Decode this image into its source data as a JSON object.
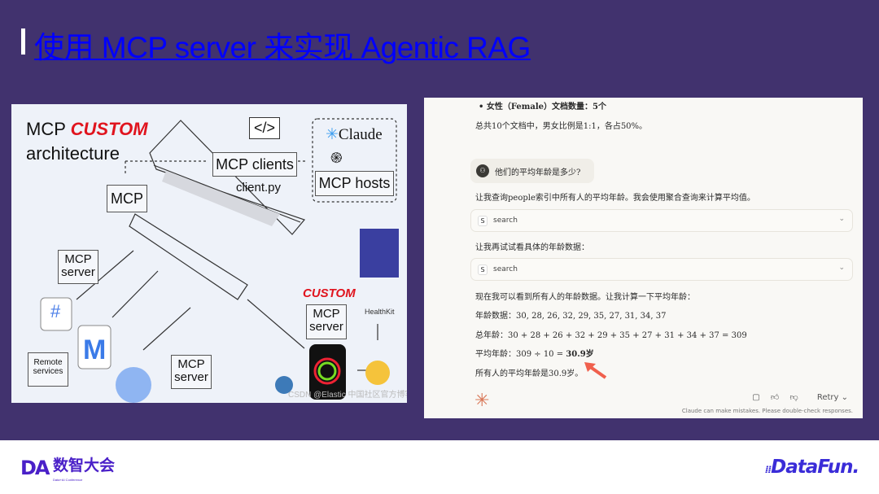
{
  "slide": {
    "title": "使用 MCP server 来实现 Agentic RAG",
    "background": "#41326e",
    "title_color": "#0000ff"
  },
  "diagram": {
    "heading_prefix": "MCP",
    "heading_custom": "CUSTOM",
    "heading_line2": "architecture",
    "mcp_clients": "MCP clients",
    "client_file": "client.py",
    "claude": "Claude",
    "mcp_hosts": "MCP hosts",
    "mcp": "MCP",
    "mcp_server_1": "MCP server",
    "mcp_server_2": "MCP server",
    "custom_label": "CUSTOM",
    "mcp_server_custom": "MCP server",
    "remote_services": "Remote services",
    "healthkit": "HealthKit",
    "watermark": "CSDN @Elastic 中国社区官方博客"
  },
  "chat": {
    "bullet_female": "女性（Female）文档数量：5个",
    "summary": "总共10个文档中，男女比例是1:1，各占50%。",
    "user_message": "他们的平均年龄是多少?",
    "reply_1": "让我查询people索引中所有人的平均年龄。我会使用聚合查询来计算平均值。",
    "tool_1": {
      "badge": "S",
      "name": "search"
    },
    "reply_2": "让我再试试看具体的年龄数据：",
    "tool_2": {
      "badge": "S",
      "name": "search"
    },
    "reply_3": "现在我可以看到所有人的年龄数据。让我计算一下平均年龄：",
    "ages": "年龄数据：30, 28, 26, 32, 29, 35, 27, 31, 34, 37",
    "total": "总年龄：30 + 28 + 26 + 32 + 29 + 35 + 27 + 31 + 34 + 37 = 309",
    "avg_prefix": "平均年龄：309 ÷ 10 = ",
    "avg_result": "30.9岁",
    "conclusion": "所有人的平均年龄是30.9岁。",
    "retry": "Retry",
    "disclaimer": "Claude can make mistakes. Please double-check responses.",
    "accent": "#d97757"
  },
  "footer": {
    "logo_left": "DA",
    "logo_left_cn": "数智大会",
    "logo_left_sub": "Data+AI Conference",
    "logo_right": "DataFun."
  }
}
